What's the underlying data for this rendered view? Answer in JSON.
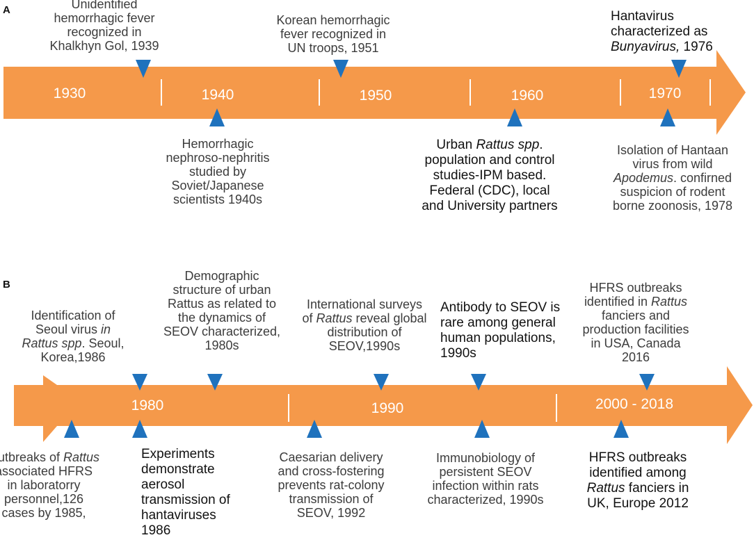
{
  "colors": {
    "arrow": "#f5994a",
    "triangle": "#1f72bd",
    "divider": "#ffffff"
  },
  "panels": [
    {
      "id": "A",
      "letter": "A",
      "decades": [
        "1930",
        "1940",
        "1950",
        "1960",
        "1970"
      ],
      "events": [
        {
          "id": "a1",
          "side": "top",
          "lines": [
            [
              "Unidentified"
            ],
            [
              "hemorrhagic fever"
            ],
            [
              "recognized in"
            ],
            [
              "Khalkhyn Gol, 1939"
            ]
          ]
        },
        {
          "id": "a2",
          "side": "top",
          "lines": [
            [
              "Korean hemorrhagic"
            ],
            [
              "fever recognized in"
            ],
            [
              "UN troops, 1951"
            ]
          ]
        },
        {
          "id": "a3",
          "side": "top",
          "dark": true,
          "lines": [
            [
              "Hantavirus"
            ],
            [
              "characterized as"
            ],
            [
              "",
              "Bunyavirus,",
              " 1976"
            ]
          ]
        },
        {
          "id": "a4",
          "side": "bottom",
          "lines": [
            [
              "Hemorrhagic"
            ],
            [
              "nephroso-nephritis"
            ],
            [
              "studied by"
            ],
            [
              "Soviet/Japanese"
            ],
            [
              "scientists 1940s"
            ]
          ]
        },
        {
          "id": "a5",
          "side": "bottom",
          "dark": true,
          "lines": [
            [
              "Urban ",
              "Rattus spp",
              "."
            ],
            [
              "population and control"
            ],
            [
              "studies-IPM based."
            ],
            [
              "Federal (CDC), local"
            ],
            [
              "and University partners"
            ]
          ]
        },
        {
          "id": "a6",
          "side": "bottom",
          "lines": [
            [
              "Isolation of Hantaan"
            ],
            [
              "virus from wild"
            ],
            [
              "",
              "Apodemus",
              ". confirned"
            ],
            [
              "suspicion of rodent"
            ],
            [
              "borne zoonosis, 1978"
            ]
          ]
        }
      ]
    },
    {
      "id": "B",
      "letter": "B",
      "decades": [
        "1980",
        "1990",
        "2000 - 2018"
      ],
      "events": [
        {
          "id": "b1",
          "side": "top",
          "lines": [
            [
              "Identification of"
            ],
            [
              "Seoul virus ",
              "in",
              ""
            ],
            [
              "",
              "Rattus spp",
              ". Seoul,"
            ],
            [
              "Korea,1986"
            ]
          ]
        },
        {
          "id": "b2",
          "side": "top",
          "lines": [
            [
              "Demographic"
            ],
            [
              "structure of urban"
            ],
            [
              "Rattus as related to"
            ],
            [
              "the dynamics of"
            ],
            [
              "SEOV characterized,"
            ],
            [
              "1980s"
            ]
          ]
        },
        {
          "id": "b3",
          "side": "top",
          "lines": [
            [
              "International surveys"
            ],
            [
              "of ",
              "Rattus",
              " reveal global"
            ],
            [
              "distribution of"
            ],
            [
              "SEOV,1990s"
            ]
          ]
        },
        {
          "id": "b4",
          "side": "top",
          "dark": true,
          "lines": [
            [
              "Antibody to SEOV is"
            ],
            [
              "rare among general"
            ],
            [
              "human populations,"
            ],
            [
              "1990s"
            ]
          ]
        },
        {
          "id": "b5",
          "side": "top",
          "lines": [
            [
              "HFRS outbreaks"
            ],
            [
              "identified in ",
              "Rattus",
              ""
            ],
            [
              "fanciers and"
            ],
            [
              "production facilities"
            ],
            [
              "in USA, Canada"
            ],
            [
              "2016"
            ]
          ]
        },
        {
          "id": "b6",
          "side": "bottom",
          "lines": [
            [
              "Outbreaks of ",
              "Rattus",
              ""
            ],
            [
              "associated  HFRS"
            ],
            [
              "in laboratorry"
            ],
            [
              "personnel,126"
            ],
            [
              "cases by 1985,"
            ]
          ]
        },
        {
          "id": "b7",
          "side": "bottom",
          "dark": true,
          "lines": [
            [
              "Experiments"
            ],
            [
              "demonstrate"
            ],
            [
              "aerosol"
            ],
            [
              "transmission of"
            ],
            [
              "hantaviruses"
            ],
            [
              "1986"
            ]
          ]
        },
        {
          "id": "b8",
          "side": "bottom",
          "lines": [
            [
              "Caesarian delivery"
            ],
            [
              "and cross-fostering"
            ],
            [
              "prevents rat-colony"
            ],
            [
              "transmission of"
            ],
            [
              "SEOV, 1992"
            ]
          ]
        },
        {
          "id": "b9",
          "side": "bottom",
          "lines": [
            [
              "Immunobiology of"
            ],
            [
              "persistent SEOV"
            ],
            [
              "infection within rats"
            ],
            [
              "characterized, 1990s"
            ]
          ]
        },
        {
          "id": "b10",
          "side": "bottom",
          "dark": true,
          "lines": [
            [
              "HFRS outbreaks"
            ],
            [
              "identified among"
            ],
            [
              "",
              "Rattus",
              " fanciers in"
            ],
            [
              "UK, Europe 2012"
            ]
          ]
        }
      ]
    }
  ]
}
